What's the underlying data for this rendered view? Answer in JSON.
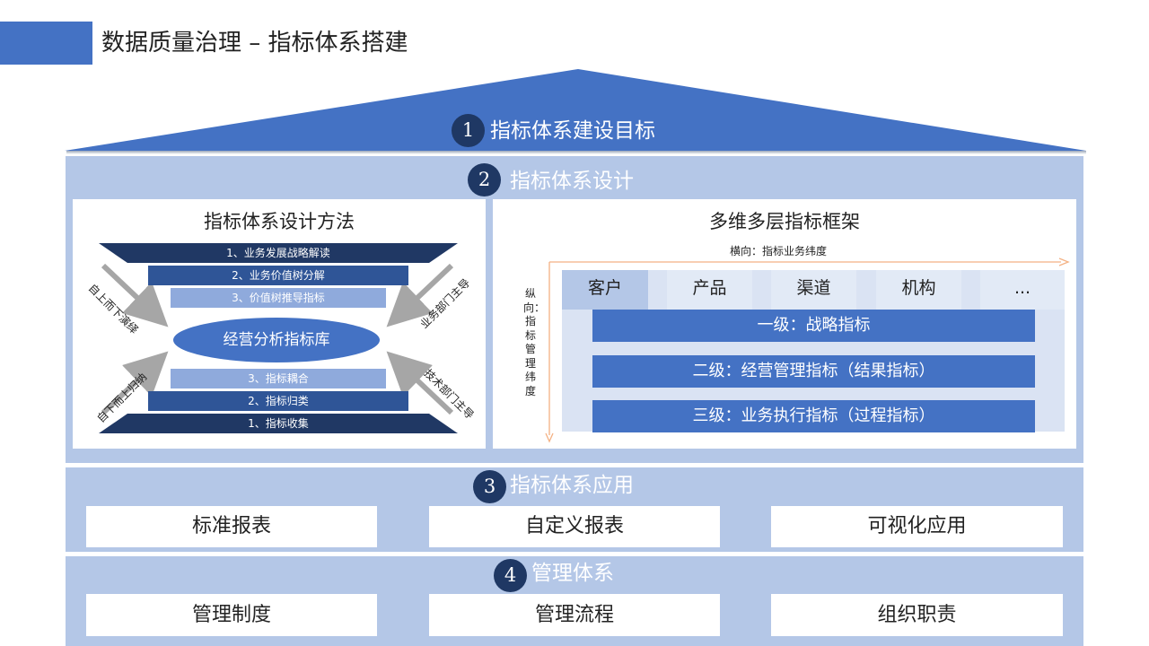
{
  "title": "数据质量治理 – 指标体系搭建",
  "sections": [
    {
      "num": "1",
      "label": "指标体系建设目标"
    },
    {
      "num": "2",
      "label": "指标体系设计"
    },
    {
      "num": "3",
      "label": "指标体系应用"
    },
    {
      "num": "4",
      "label": "管理体系"
    }
  ],
  "method": {
    "title": "指标体系设计方法",
    "top_steps": [
      "1、业务发展战略解读",
      "2、业务价值树分解",
      "3、价值树推导指标"
    ],
    "center": "经营分析指标库",
    "bottom_steps": [
      "3、指标耦合",
      "2、指标归类",
      "1、指标收集"
    ],
    "arrows": {
      "top_left": "自上而下演绎",
      "top_right": "业务部门主导",
      "bottom_left": "自下而上归纳",
      "bottom_right": "技术部门主导"
    }
  },
  "framework": {
    "title": "多维多层指标框架",
    "horizontal_label": "横向：指标业务纬度",
    "vertical_label": "纵向：指标管理纬度",
    "categories": [
      "客户",
      "产品",
      "渠道",
      "机构",
      "..."
    ],
    "levels": [
      "一级：战略指标",
      "二级：经营管理指标（结果指标）",
      "三级：业务执行指标（过程指标）"
    ]
  },
  "applications": [
    "标准报表",
    "自定义报表",
    "可视化应用"
  ],
  "management": [
    "管理制度",
    "管理流程",
    "组织职责"
  ],
  "colors": {
    "accent": "#4472c4",
    "dark_navy": "#1f3864",
    "band": "#b4c7e7",
    "light_band": "#dae3f3",
    "arrow_orange": "#f4b183",
    "arrow_gray": "#a6a6a6"
  }
}
